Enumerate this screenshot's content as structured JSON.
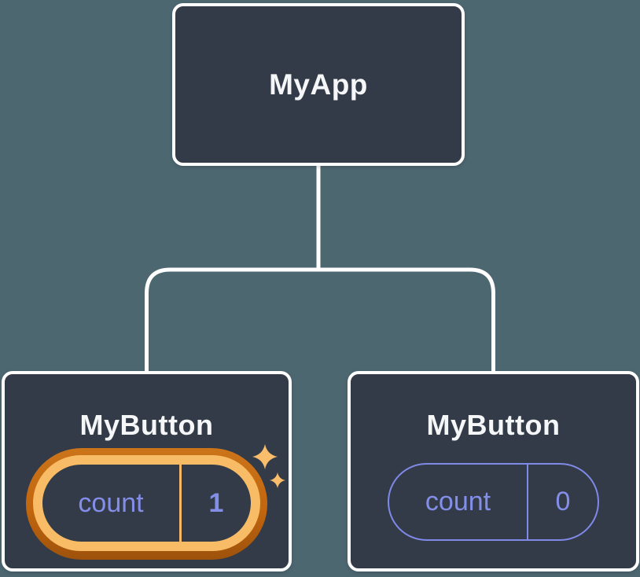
{
  "colors": {
    "background": "#4d6771",
    "node_fill": "#343b48",
    "node_border": "#ffffff",
    "node_text": "#f5f6f7",
    "state_text": "#838ee8",
    "state_pill_border": "#7e89e8",
    "highlight_ring_light": "#f9bc66",
    "highlight_ring_dark": "#c2660f",
    "sparkle": "#f9bd6b",
    "connector": "#ffffff"
  },
  "icons": {
    "sparkle": "✦"
  },
  "tree": {
    "root": {
      "label": "MyApp"
    },
    "children": [
      {
        "label": "MyButton",
        "highlighted": true,
        "state": {
          "label": "count",
          "value": "1"
        }
      },
      {
        "label": "MyButton",
        "highlighted": false,
        "state": {
          "label": "count",
          "value": "0"
        }
      }
    ]
  }
}
